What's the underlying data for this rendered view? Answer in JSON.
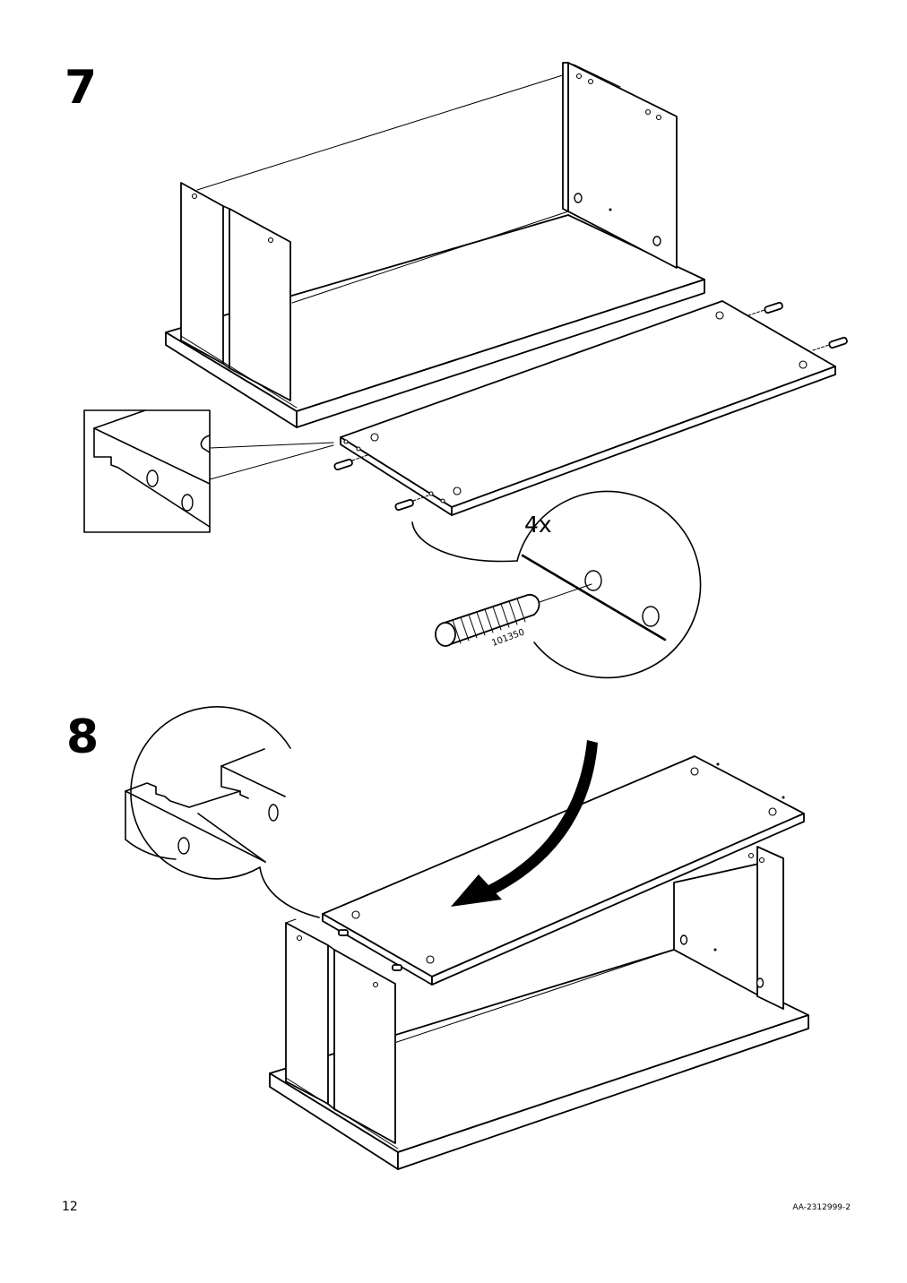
{
  "steps": {
    "step7": "7",
    "step8": "8"
  },
  "step7_detail": {
    "quantity": "4x",
    "part_number": "101350"
  },
  "footer": {
    "page_number": "12",
    "document_code": "AA-2312999-2"
  },
  "icons": {
    "arrow": "curved-arrow-icon",
    "dowel": "wooden-dowel-icon"
  }
}
